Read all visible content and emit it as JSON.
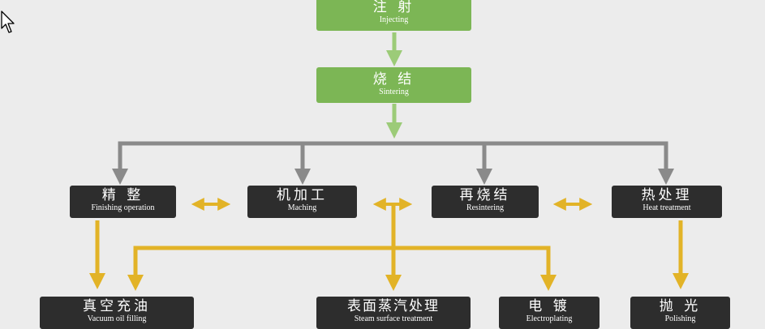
{
  "colors": {
    "background": "#ececec",
    "green_box": "#7cb655",
    "dark_box": "#2d2d2d",
    "green_arrow": "#9ccb78",
    "gray_arrow": "#8a8a8a",
    "yellow_arrow": "#e2b327",
    "text": "#ffffff"
  },
  "nodes": {
    "injecting": {
      "zh": "注 射",
      "en": "Injecting"
    },
    "sintering": {
      "zh": "烧 结",
      "en": "Sintering"
    },
    "finishing": {
      "zh": "精 整",
      "en": "Finishing operation"
    },
    "maching": {
      "zh": "机加工",
      "en": "Maching"
    },
    "resintering": {
      "zh": "再烧结",
      "en": "Resintering"
    },
    "heat_treatment": {
      "zh": "热处理",
      "en": "Heat treatment"
    },
    "vacuum_oil": {
      "zh": "真空充油",
      "en": "Vacuum oil filling"
    },
    "steam_surface": {
      "zh": "表面蒸汽处理",
      "en": "Steam surface treatment"
    },
    "electroplating": {
      "zh": "电 镀",
      "en": "Electroplating"
    },
    "polishing": {
      "zh": "抛 光",
      "en": "Polishing"
    }
  },
  "cursor_icon": "mouse-pointer-icon"
}
